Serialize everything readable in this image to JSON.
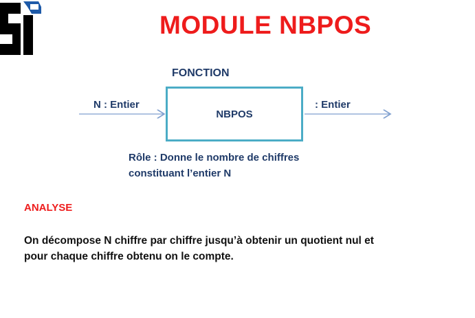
{
  "title": "MODULE NBPOS",
  "diagram": {
    "kind_label": "FONCTION",
    "module_name": "NBPOS",
    "input_label": "N : Entier",
    "output_label": ": Entier",
    "role_line1": "Rôle : Donne le nombre de chiffres",
    "role_line2": "constituant l’entier N"
  },
  "analyse": {
    "heading": "ANALYSE",
    "line1": "On décompose N chiffre par chiffre jusqu’à obtenir un quotient nul et",
    "line2": "pour chaque chiffre obtenu on le compte."
  },
  "colors": {
    "title": "#ee1c1c",
    "text_blue": "#1f3a68",
    "box_border": "#4bacc6",
    "arrow": "#7f9fcf",
    "logo_black": "#000000",
    "logo_blue": "#1e5aa8"
  },
  "icons": [
    "si-logo"
  ]
}
